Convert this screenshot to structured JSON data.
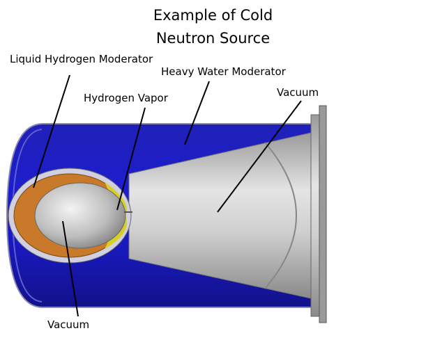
{
  "title": {
    "line1": "Example of Cold",
    "line2": "Neutron Source"
  },
  "labels": {
    "liquid_hydrogen": "Liquid Hydrogen Moderator",
    "heavy_water": "Heavy Water Moderator",
    "hydrogen_vapor": "Hydrogen Vapor",
    "vacuum_right": "Vacuum",
    "vacuum_bottom": "Vacuum"
  },
  "colors": {
    "heavy_water": "#1a1ad0",
    "moderator": "#c87a2a",
    "vapor": "#d8d020",
    "metal": "#c8c8c8"
  }
}
